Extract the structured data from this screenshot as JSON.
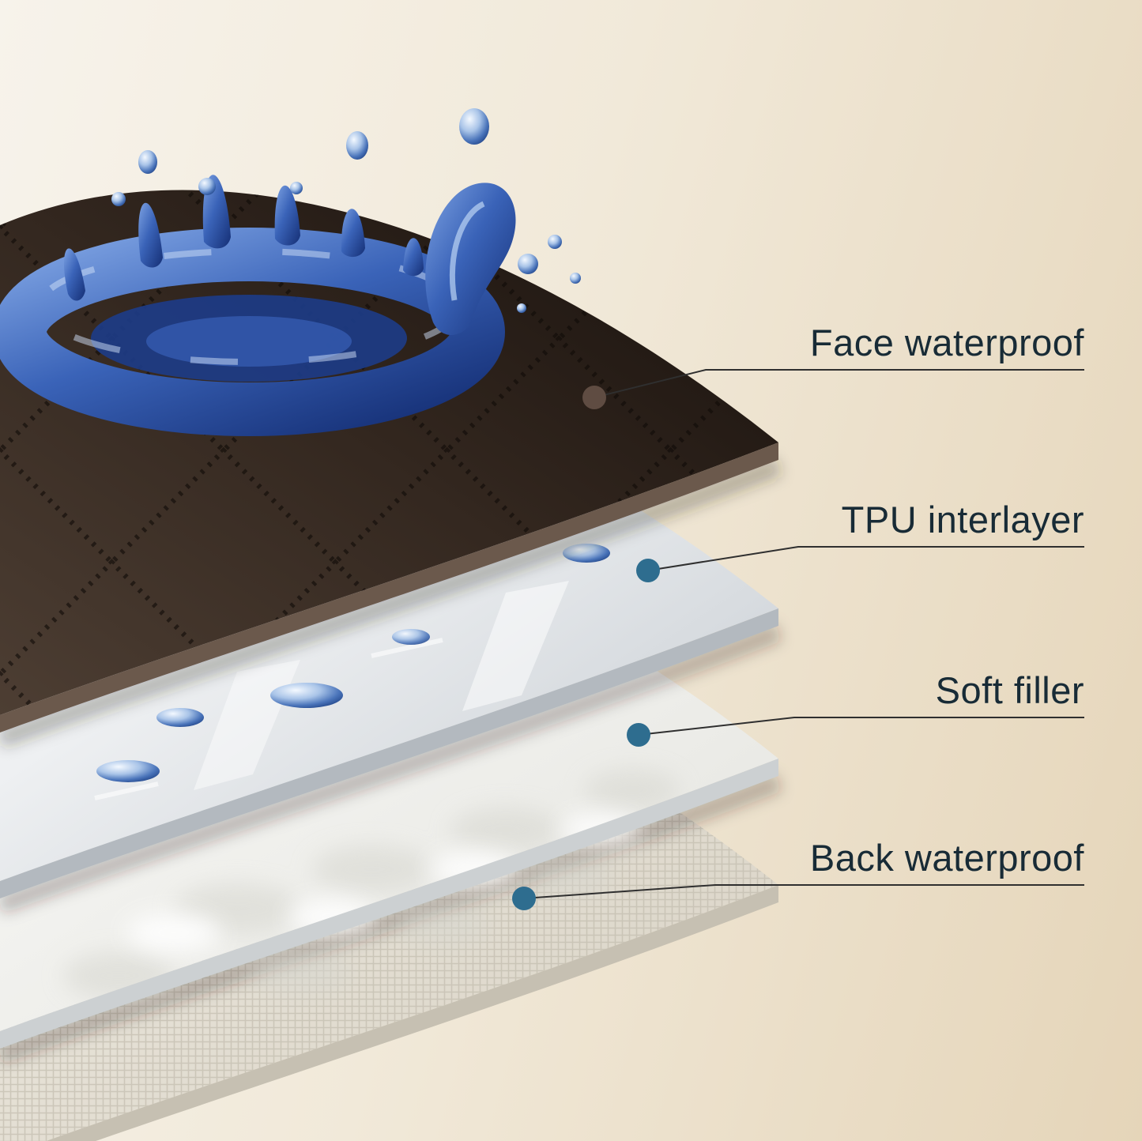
{
  "diagram": {
    "background": {
      "gradient_start": "#f7f3eb",
      "gradient_end": "#e5d5b9"
    },
    "label_color": "#182b36",
    "line_color": "#2f2f2f",
    "splash_color": "#2a4fa0",
    "layers": [
      {
        "id": "face-waterproof",
        "label": "Face waterproof",
        "surface_color": "#3a2d25",
        "dot_color": "#5f4c42"
      },
      {
        "id": "tpu-interlayer",
        "label": "TPU interlayer",
        "surface_color": "#e9ecef",
        "dot_color": "#2e6d8f"
      },
      {
        "id": "soft-filler",
        "label": "Soft filler",
        "surface_color": "#f4f4f1",
        "dot_color": "#2e6d8f"
      },
      {
        "id": "back-waterproof",
        "label": "Back waterproof",
        "surface_color": "#e9e5dc",
        "dot_color": "#2e6d8f"
      }
    ]
  }
}
